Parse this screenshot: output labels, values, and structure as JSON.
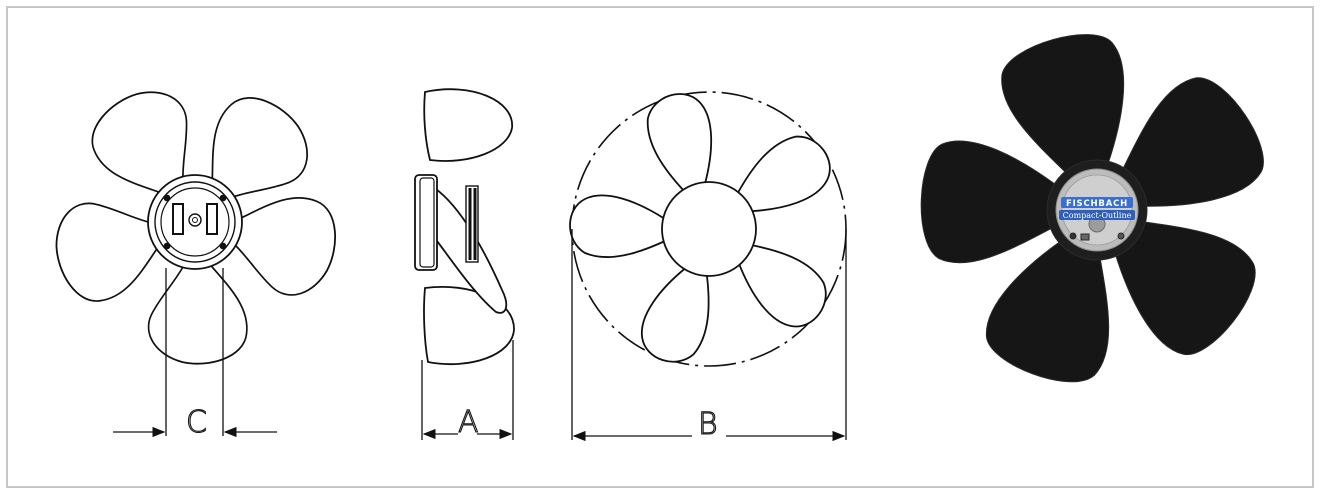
{
  "dimensions": {
    "c": "C",
    "a": "A",
    "b": "B"
  },
  "photo": {
    "brand": "FISCHBACH",
    "model": "Compact-Outline"
  },
  "colors": {
    "line": "#111111",
    "frame": "#c6c6c6",
    "blade": "#151515",
    "hub": "#bcbcbc",
    "badge": "#3a6fcf"
  }
}
